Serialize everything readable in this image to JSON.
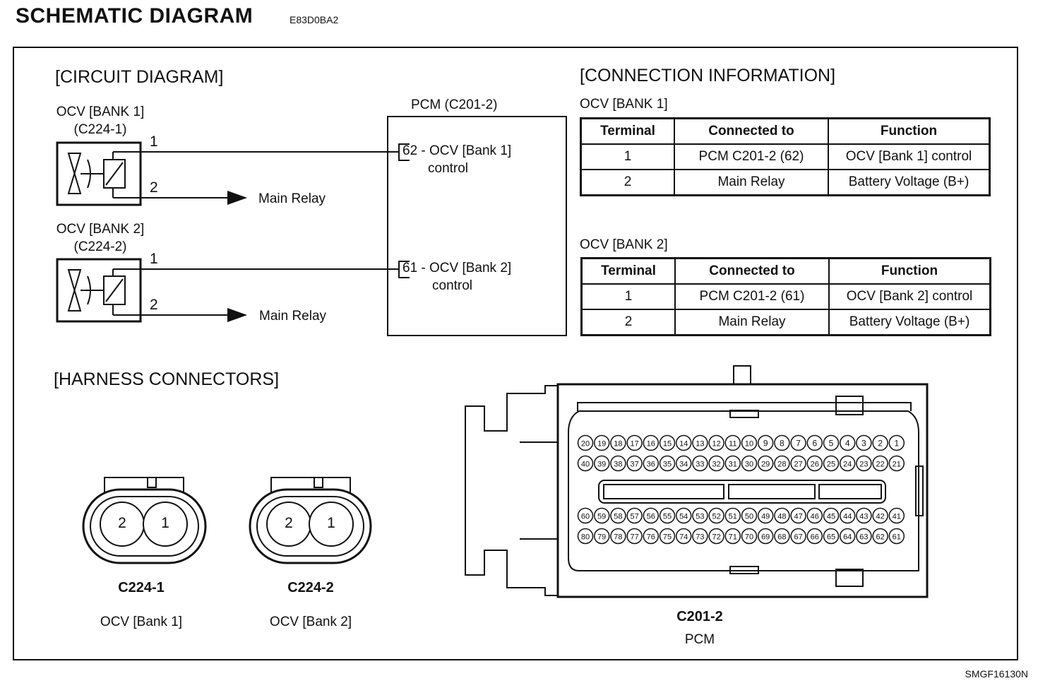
{
  "header": {
    "title": "SCHEMATIC DIAGRAM",
    "code": "E83D0BA2"
  },
  "circuit": {
    "heading": "[CIRCUIT DIAGRAM]",
    "ocv1": {
      "name": "OCV [BANK 1]",
      "connector": "(C224-1)",
      "pin1": "1",
      "pin2": "2",
      "dest": "Main Relay"
    },
    "ocv2": {
      "name": "OCV [BANK 2]",
      "connector": "(C224-2)",
      "pin1": "1",
      "pin2": "2",
      "dest": "Main Relay"
    },
    "pcm": {
      "label": "PCM (C201-2)",
      "pin62_line1": "62 - OCV [Bank 1]",
      "pin62_line2": "control",
      "pin61_line1": "61 - OCV [Bank 2]",
      "pin61_line2": "control"
    }
  },
  "connection_info": {
    "heading": "[CONNECTION INFORMATION]",
    "columns": [
      "Terminal",
      "Connected to",
      "Function"
    ],
    "bank1": {
      "title": "OCV [BANK 1]",
      "rows": [
        [
          "1",
          "PCM C201-2 (62)",
          "OCV [Bank 1] control"
        ],
        [
          "2",
          "Main Relay",
          "Battery Voltage (B+)"
        ]
      ]
    },
    "bank2": {
      "title": "OCV [BANK 2]",
      "rows": [
        [
          "1",
          "PCM C201-2 (61)",
          "OCV [Bank 2] control"
        ],
        [
          "2",
          "Main Relay",
          "Battery Voltage (B+)"
        ]
      ]
    }
  },
  "harness": {
    "heading": "[HARNESS CONNECTORS]",
    "c1": {
      "id": "C224-1",
      "desc": "OCV [Bank 1]",
      "pins": [
        "2",
        "1"
      ]
    },
    "c2": {
      "id": "C224-2",
      "desc": "OCV [Bank 2]",
      "pins": [
        "2",
        "1"
      ]
    },
    "pcm": {
      "id": "C201-2",
      "desc": "PCM",
      "rows": [
        [
          "20",
          "19",
          "18",
          "17",
          "16",
          "15",
          "14",
          "13",
          "12",
          "11",
          "10",
          "9",
          "8",
          "7",
          "6",
          "5",
          "4",
          "3",
          "2",
          "1"
        ],
        [
          "40",
          "39",
          "38",
          "37",
          "36",
          "35",
          "34",
          "33",
          "32",
          "31",
          "30",
          "29",
          "28",
          "27",
          "26",
          "25",
          "24",
          "23",
          "22",
          "21"
        ],
        [
          "60",
          "59",
          "58",
          "57",
          "56",
          "55",
          "54",
          "53",
          "52",
          "51",
          "50",
          "49",
          "48",
          "47",
          "46",
          "45",
          "44",
          "43",
          "42",
          "41"
        ],
        [
          "80",
          "79",
          "78",
          "77",
          "76",
          "75",
          "74",
          "73",
          "72",
          "71",
          "70",
          "69",
          "68",
          "67",
          "66",
          "65",
          "64",
          "63",
          "62",
          "61"
        ]
      ]
    }
  },
  "footer": {
    "code": "SMGF16130N"
  }
}
